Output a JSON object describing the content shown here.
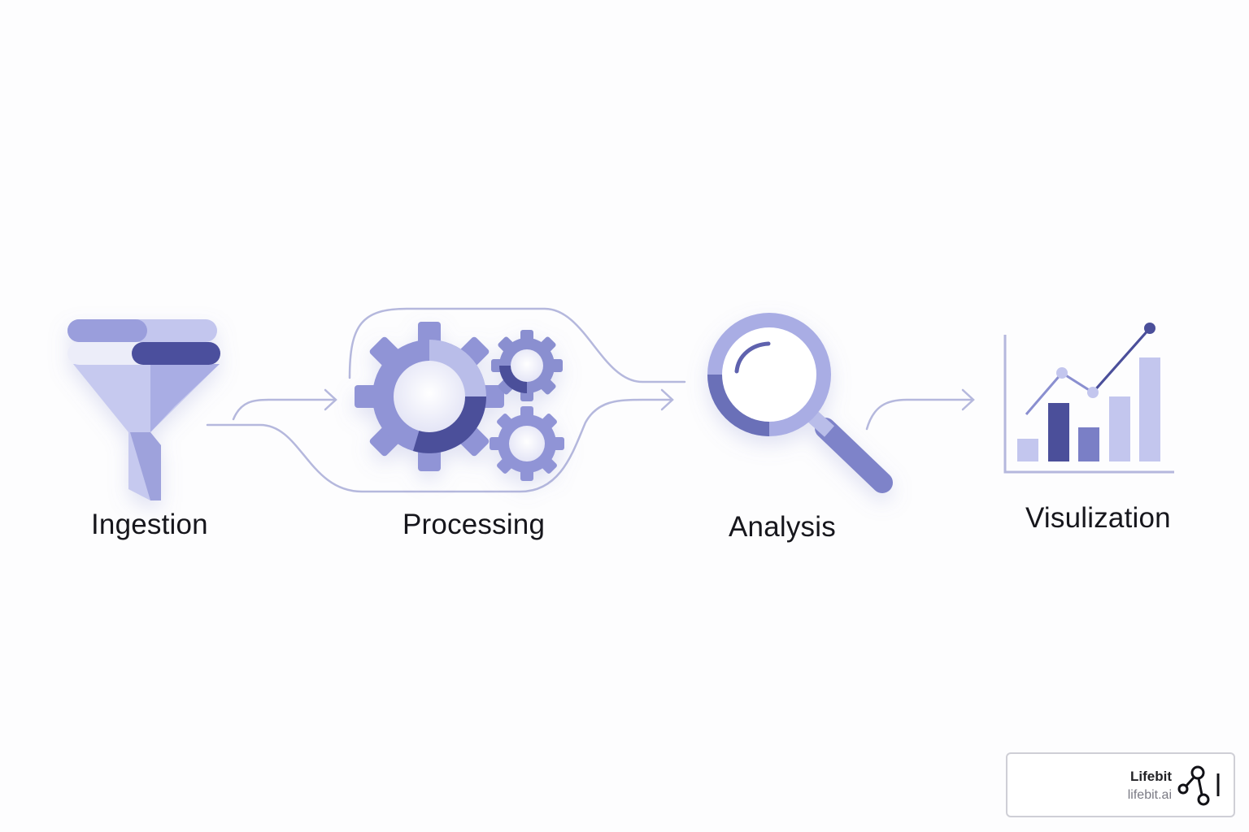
{
  "steps": [
    {
      "label": "Ingestion",
      "icon": "funnel-icon"
    },
    {
      "label": "Processing",
      "icon": "gears-icon"
    },
    {
      "label": "Analysis",
      "icon": "magnifier-icon"
    },
    {
      "label": "Visulization",
      "icon": "bar-line-chart-icon"
    }
  ],
  "branding": {
    "name": "Lifebit",
    "url": "lifebit.ai",
    "logo_icon": "lifebit-logo-icon"
  },
  "colors": {
    "light": "#b9bde9",
    "mid": "#8a8fd0",
    "dark": "#4b4f9a",
    "line": "#b5b8dd"
  }
}
